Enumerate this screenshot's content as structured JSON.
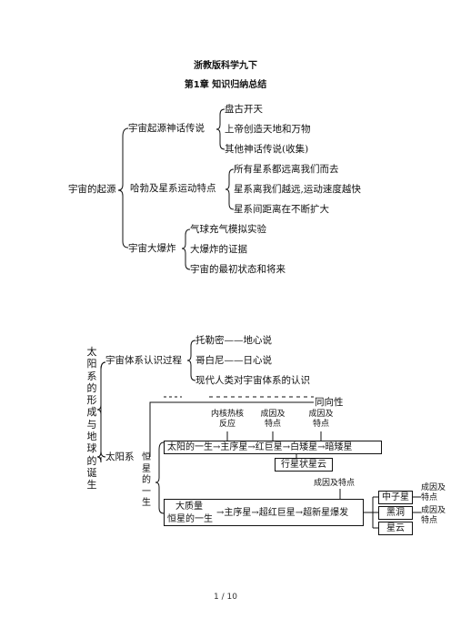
{
  "header": {
    "title": "浙教版科学九下",
    "chapter": "第1章  知识归纳总结"
  },
  "map1": {
    "root": "宇宙的起源",
    "branches": [
      {
        "label": "宇宙起源神话传说",
        "items": [
          "盘古开天",
          "上帝创造天地和万物",
          "其他神话传说(收集)"
        ]
      },
      {
        "label": "哈勃及星系运动特点",
        "items": [
          "所有星系都远离我们而去",
          "星系离我们越远,运动速度越快",
          "星系间距离在不断扩大"
        ]
      },
      {
        "label": "宇宙大爆炸",
        "items": [
          "气球充气模拟实验",
          "大爆炸的证据",
          "宇宙的最初状态和将来"
        ]
      }
    ]
  },
  "map2": {
    "root_vertical": "太阳系的形成与地球的诞生",
    "universe_system": {
      "label": "宇宙体系认识过程",
      "items": [
        "托勒密——地心说",
        "哥白尼——日心说",
        "现代人类对宇宙体系的认识"
      ]
    },
    "solar_system": {
      "label": "太阳系",
      "same_direction": "同向性",
      "top_labels": [
        "内核热核反应",
        "成因及特点",
        "成因及特点"
      ],
      "star_life_vertical": "恒星的一生",
      "sun_life": "太阳的一生→主序星→红巨星→白矮星→暗矮星",
      "planetary_nebula": "行星状星云",
      "cause_label": "成因及特点",
      "massive_prefix": "大质量",
      "massive_star": "恒星的一生",
      "massive_chain": "→主序星→超红巨星→超新星爆发",
      "outcomes": [
        "中子星",
        "黑洞",
        "星云"
      ],
      "outcome_notes": [
        "成因及特点",
        "成因及特点"
      ]
    }
  },
  "footer": {
    "page": "1 / 10"
  }
}
